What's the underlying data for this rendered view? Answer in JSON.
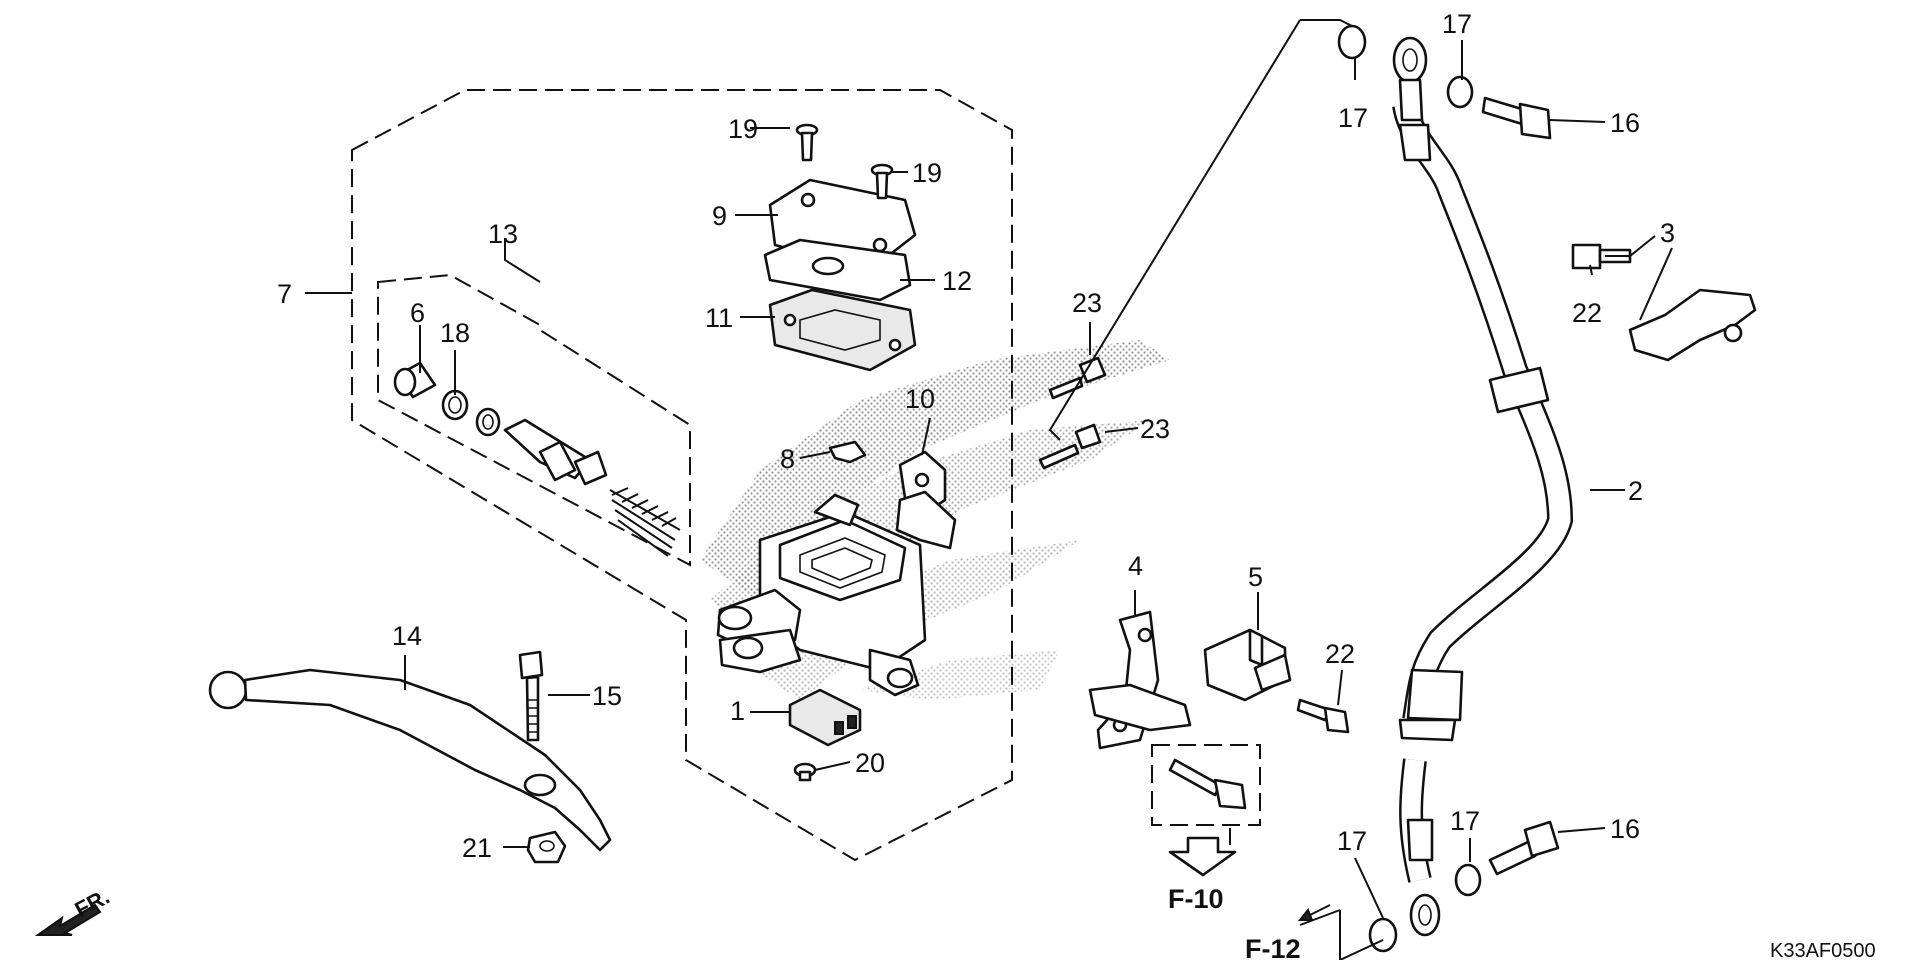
{
  "diagram_code": "K33AF0500",
  "direction_label": "FR.",
  "reference_labels": [
    "F-10",
    "F-12"
  ],
  "callouts": [
    {
      "id": "c-1",
      "label": "1"
    },
    {
      "id": "c-2",
      "label": "2"
    },
    {
      "id": "c-3",
      "label": "3"
    },
    {
      "id": "c-4",
      "label": "4"
    },
    {
      "id": "c-5",
      "label": "5"
    },
    {
      "id": "c-6",
      "label": "6"
    },
    {
      "id": "c-7",
      "label": "7"
    },
    {
      "id": "c-8",
      "label": "8"
    },
    {
      "id": "c-9",
      "label": "9"
    },
    {
      "id": "c-10",
      "label": "10"
    },
    {
      "id": "c-11",
      "label": "11"
    },
    {
      "id": "c-12",
      "label": "12"
    },
    {
      "id": "c-13",
      "label": "13"
    },
    {
      "id": "c-14",
      "label": "14"
    },
    {
      "id": "c-15",
      "label": "15"
    },
    {
      "id": "c-16a",
      "label": "16"
    },
    {
      "id": "c-16b",
      "label": "16"
    },
    {
      "id": "c-17a",
      "label": "17"
    },
    {
      "id": "c-17b",
      "label": "17"
    },
    {
      "id": "c-17c",
      "label": "17"
    },
    {
      "id": "c-17d",
      "label": "17"
    },
    {
      "id": "c-18",
      "label": "18"
    },
    {
      "id": "c-19a",
      "label": "19"
    },
    {
      "id": "c-19b",
      "label": "19"
    },
    {
      "id": "c-20",
      "label": "20"
    },
    {
      "id": "c-21",
      "label": "21"
    },
    {
      "id": "c-22a",
      "label": "22"
    },
    {
      "id": "c-22b",
      "label": "22"
    },
    {
      "id": "c-23a",
      "label": "23"
    },
    {
      "id": "c-23b",
      "label": "23"
    }
  ]
}
